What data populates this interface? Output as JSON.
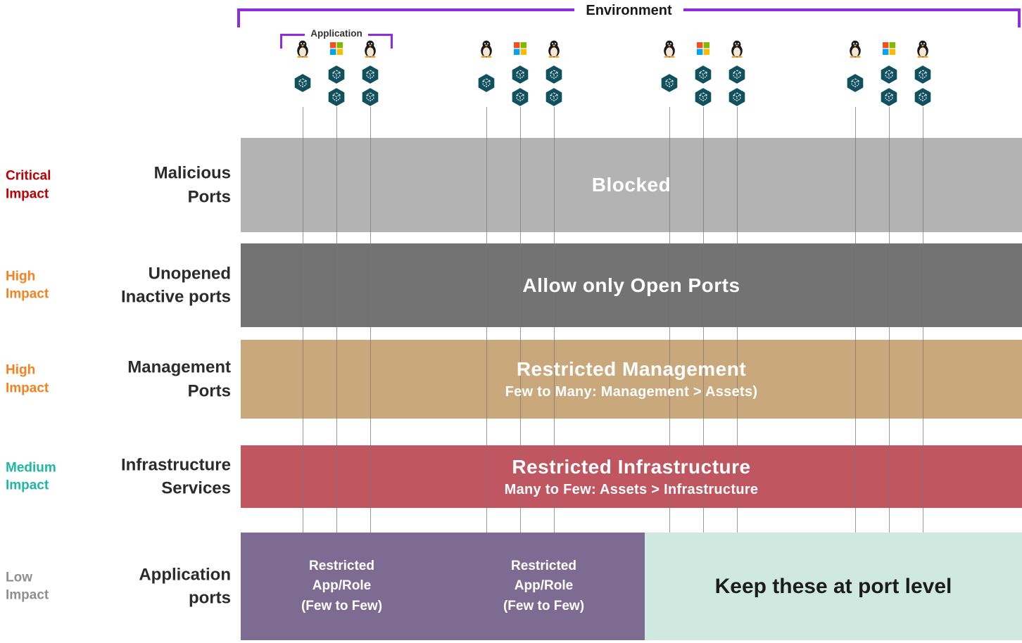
{
  "palette": {
    "bracket": "#8d2ce2",
    "critical": "#c00000",
    "high": "#f5821f",
    "medium": "#1db9a0",
    "low": "#8f8f8f",
    "band-blocked": "#b3b3b3",
    "band-unopened": "#737373",
    "band-management": "#c9a87c",
    "band-infrastructure": "#c05660",
    "band-app-restricted": "#7d6b91",
    "band-app-keep": "#cfe9e1",
    "line": "#787878"
  },
  "brackets": {
    "environment": "Environment",
    "application": "Application"
  },
  "icons": {
    "linux": "linux-tux-icon",
    "windows": "windows-logo-icon",
    "container": "container-pod-icon"
  },
  "rows": [
    {
      "impact": "Critical\nImpact",
      "title": "Malicious\nPorts",
      "band": {
        "label": "Blocked"
      }
    },
    {
      "impact": "High\nImpact",
      "title": "Unopened\nInactive ports",
      "band": {
        "label": "Allow only Open Ports"
      }
    },
    {
      "impact": "High\nImpact",
      "title": "Management\nPorts",
      "band": {
        "label": "Restricted Management",
        "sublabel": "Few to Many: Management > Assets)"
      }
    },
    {
      "impact": "Medium\nImpact",
      "title": "Infrastructure\nServices",
      "band": {
        "label": "Restricted Infrastructure",
        "sublabel": "Many to Few: Assets > Infrastructure"
      }
    },
    {
      "impact": "Low\nImpact",
      "title": "Application\nports",
      "band": {
        "restricted_label": "Restricted\nApp/Role\n(Few to Few)",
        "keep_label": "Keep these at port level"
      }
    }
  ]
}
